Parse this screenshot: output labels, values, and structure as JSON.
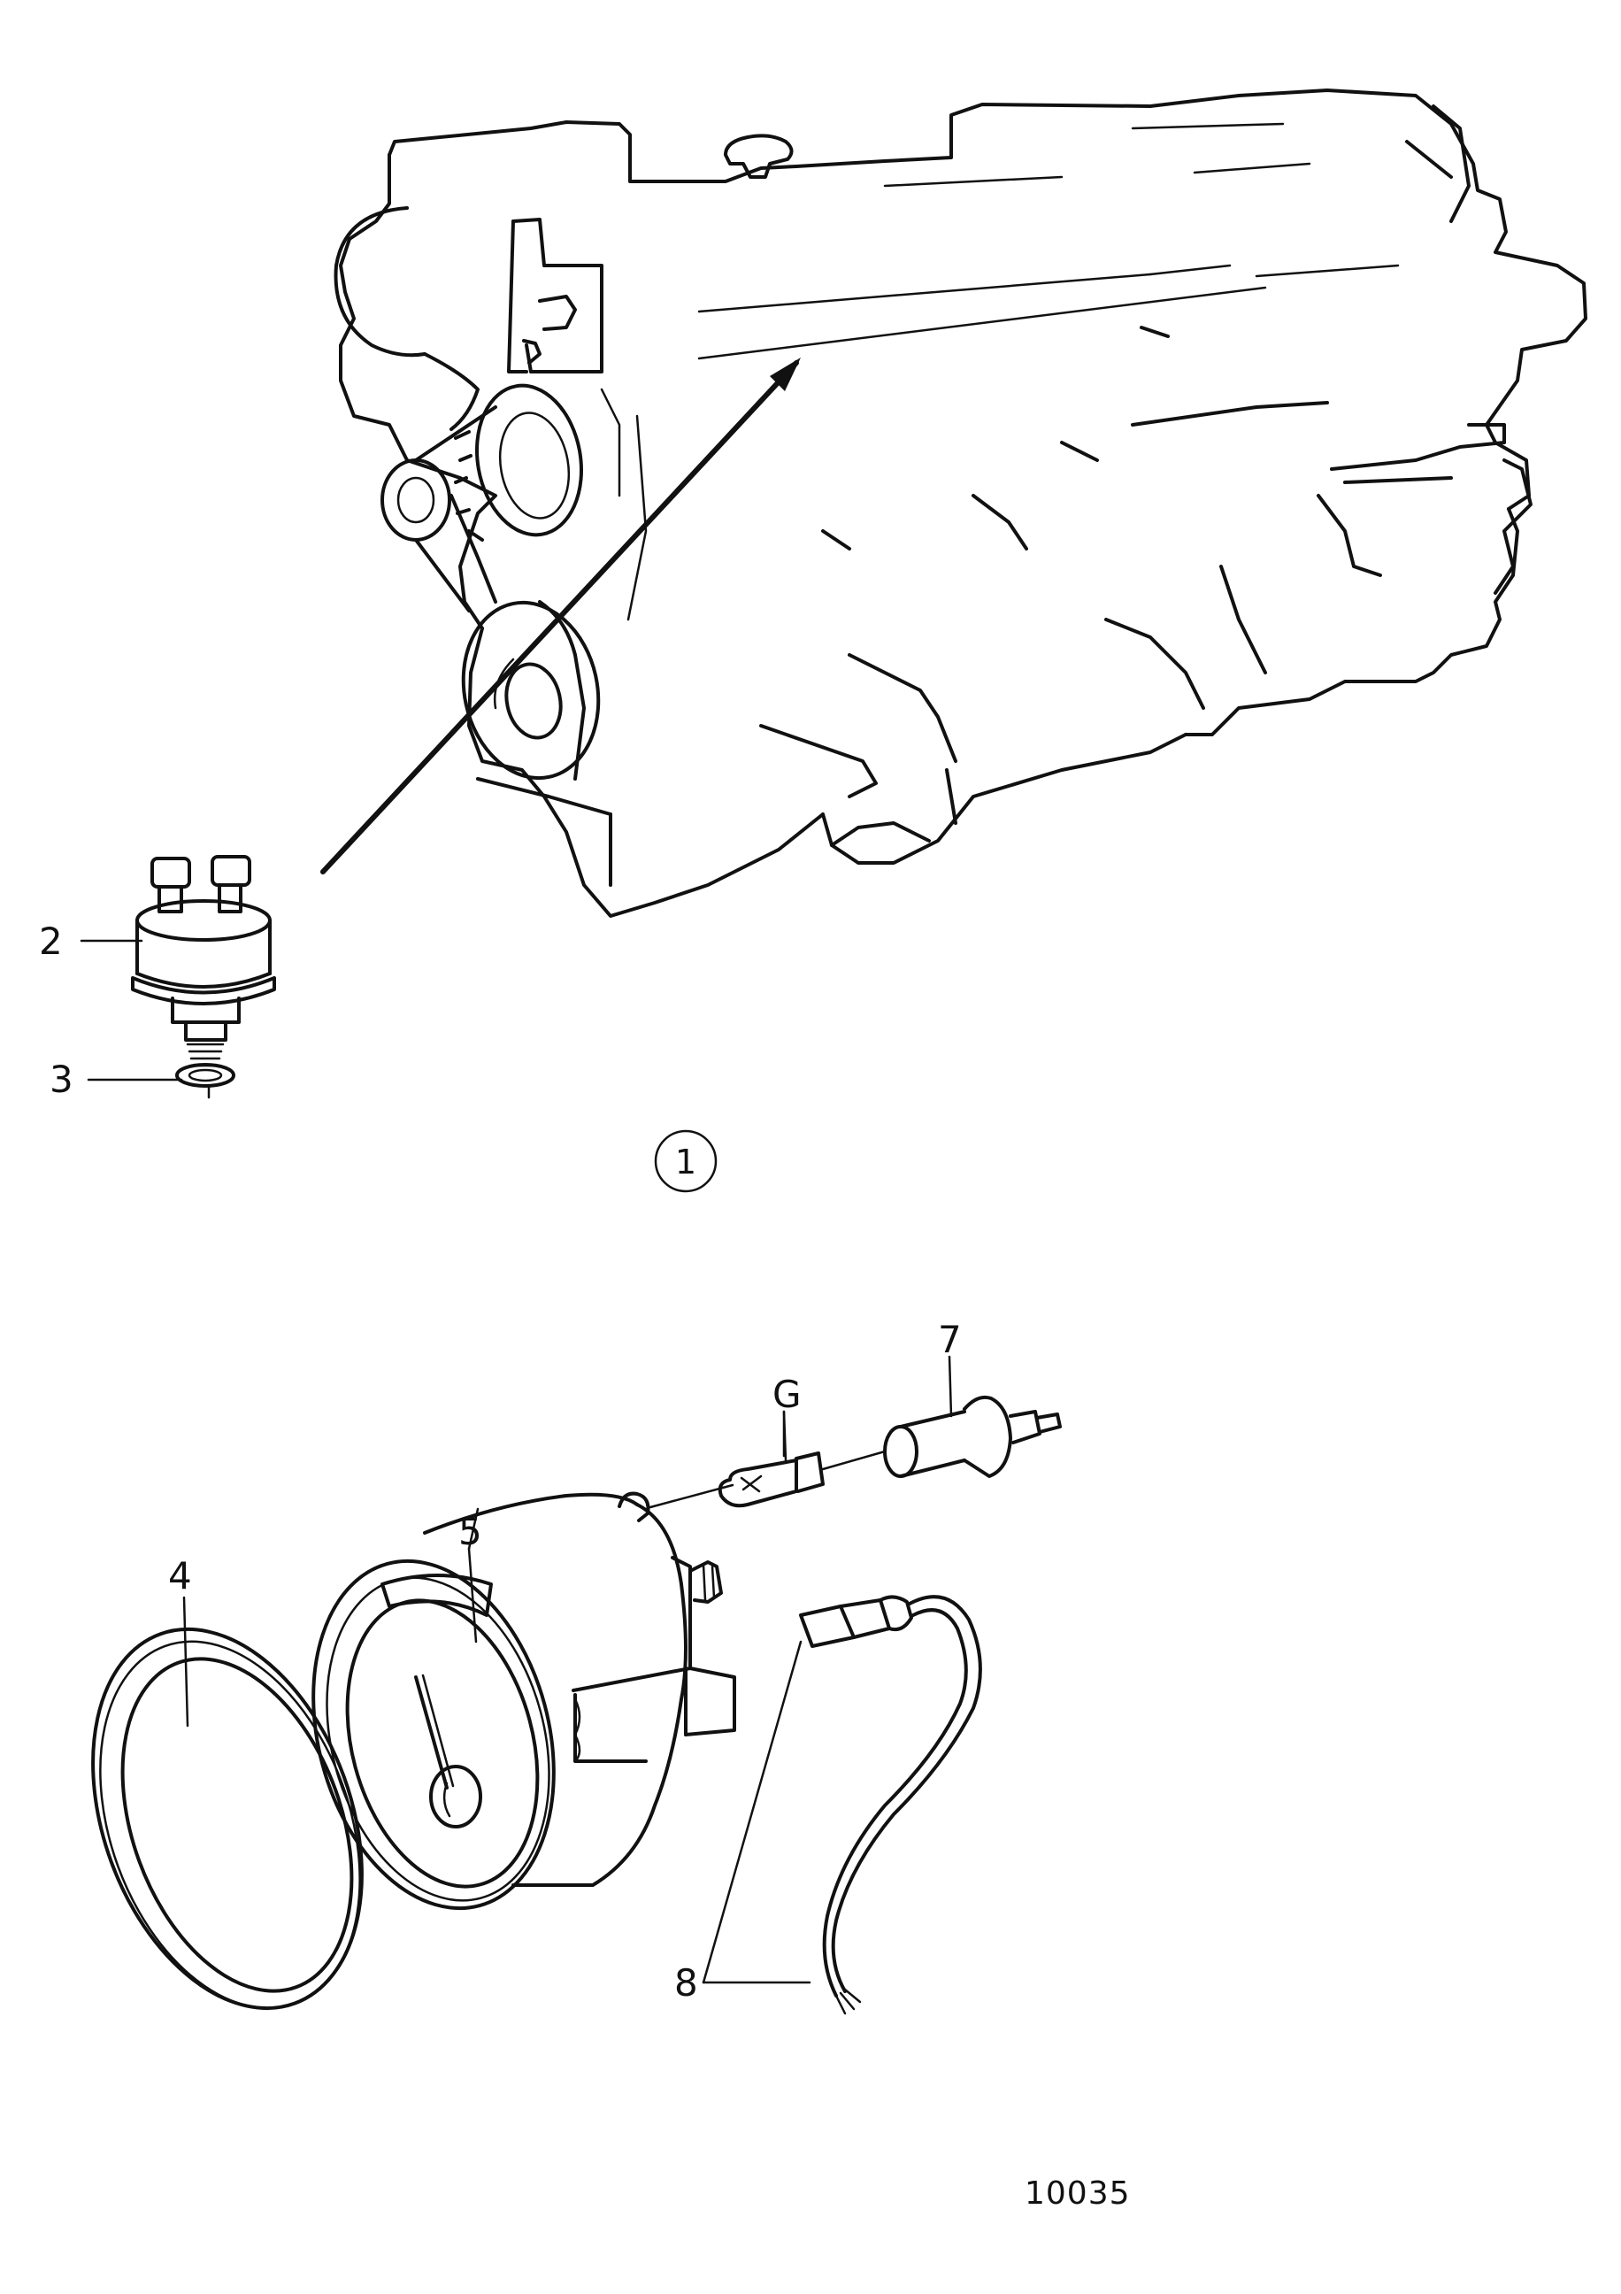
{
  "figure": {
    "number_label": "1",
    "drawing_number": "10035"
  },
  "callouts": [
    {
      "id": "2",
      "label": "2"
    },
    {
      "id": "3",
      "label": "3"
    },
    {
      "id": "4",
      "label": "4"
    },
    {
      "id": "5",
      "label": "5"
    },
    {
      "id": "6",
      "label": "G"
    },
    {
      "id": "7",
      "label": "7"
    },
    {
      "id": "8",
      "label": "8"
    }
  ]
}
